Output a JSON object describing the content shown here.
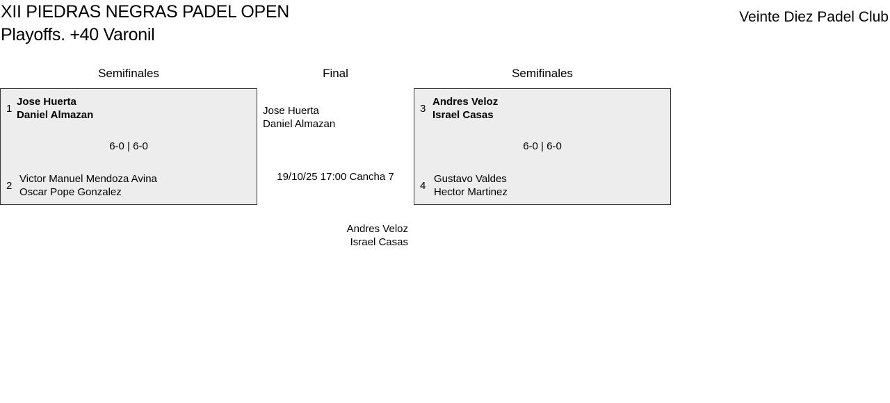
{
  "header": {
    "title": "XII PIEDRAS NEGRAS PADEL OPEN",
    "subtitle": "Playoffs. +40 Varonil",
    "club": "Veinte Diez Padel Club"
  },
  "columns": {
    "left": "Semifinales",
    "center": "Final",
    "right": "Semifinales"
  },
  "semis": [
    {
      "top": {
        "seed": "1",
        "p1": "Jose Huerta",
        "p2": "Daniel Almazan"
      },
      "score": "6-0 | 6-0",
      "bottom": {
        "seed": "2",
        "p1": "Victor Manuel Mendoza Avina",
        "p2": "Oscar Pope Gonzalez"
      }
    },
    {
      "top": {
        "seed": "3",
        "p1": "Andres Veloz",
        "p2": "Israel Casas"
      },
      "score": "6-0 | 6-0",
      "bottom": {
        "seed": "4",
        "p1": "Gustavo Valdes",
        "p2": "Hector Martinez"
      }
    }
  ],
  "final": {
    "team1": {
      "p1": "Jose Huerta",
      "p2": "Daniel Almazan"
    },
    "schedule": "19/10/25 17:00 Cancha 7",
    "team2": {
      "p1": "Andres Veloz",
      "p2": "Israel Casas"
    }
  }
}
